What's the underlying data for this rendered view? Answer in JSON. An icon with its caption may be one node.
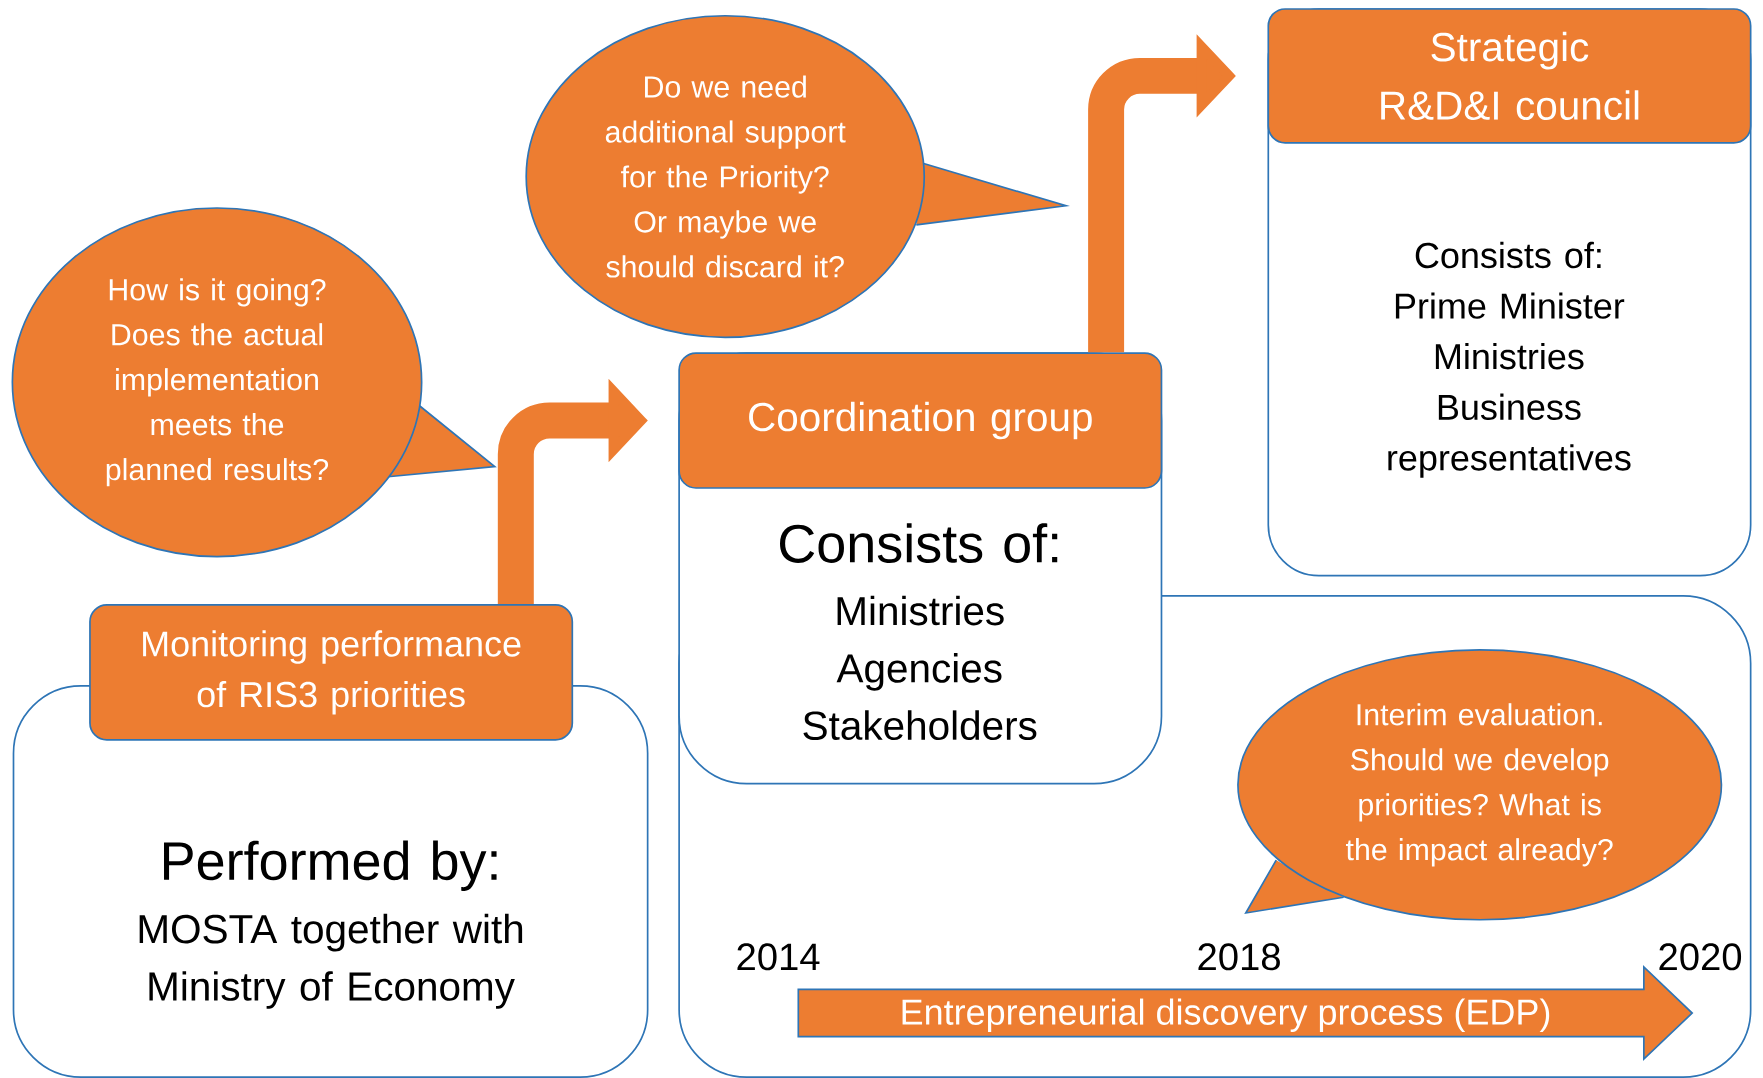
{
  "diagram": {
    "nodes": [
      {
        "text": [
          "How is it going? Does the actual implementation meets the planned results?"
        ]
      },
      {
        "text": [
          "Do we need additional support for the Priority? Or maybe we should discard it?"
        ]
      },
      {
        "text": [
          "Strategic R&D&I council",
          "Consists of: Prime Minister Ministries Business representatives"
        ]
      },
      {
        "text": [
          "Coordination group",
          "Consists of:",
          "Ministries Agencies Stakeholders"
        ]
      },
      {
        "text": [
          "Monitoring performance of RIS3 priorities",
          "Performed by:",
          "MOSTA together with Ministry of Economy"
        ]
      },
      {
        "text": [],
        "shape": "box"
      },
      {
        "text": [
          "Interim evaluation. Should we develop priorities? What is the impact already?"
        ],
        "in": 5
      },
      {
        "text": [
          "Entrepreneurial discovery process (EDP)"
        ],
        "in": 5
      }
    ],
    "edges": [
      {
        "from": 4,
        "to": 3,
        "arrow": "to"
      },
      {
        "from": 3,
        "to": 2,
        "arrow": "to"
      }
    ],
    "labels": [
      "2014",
      "2018",
      "2020"
    ]
  }
}
